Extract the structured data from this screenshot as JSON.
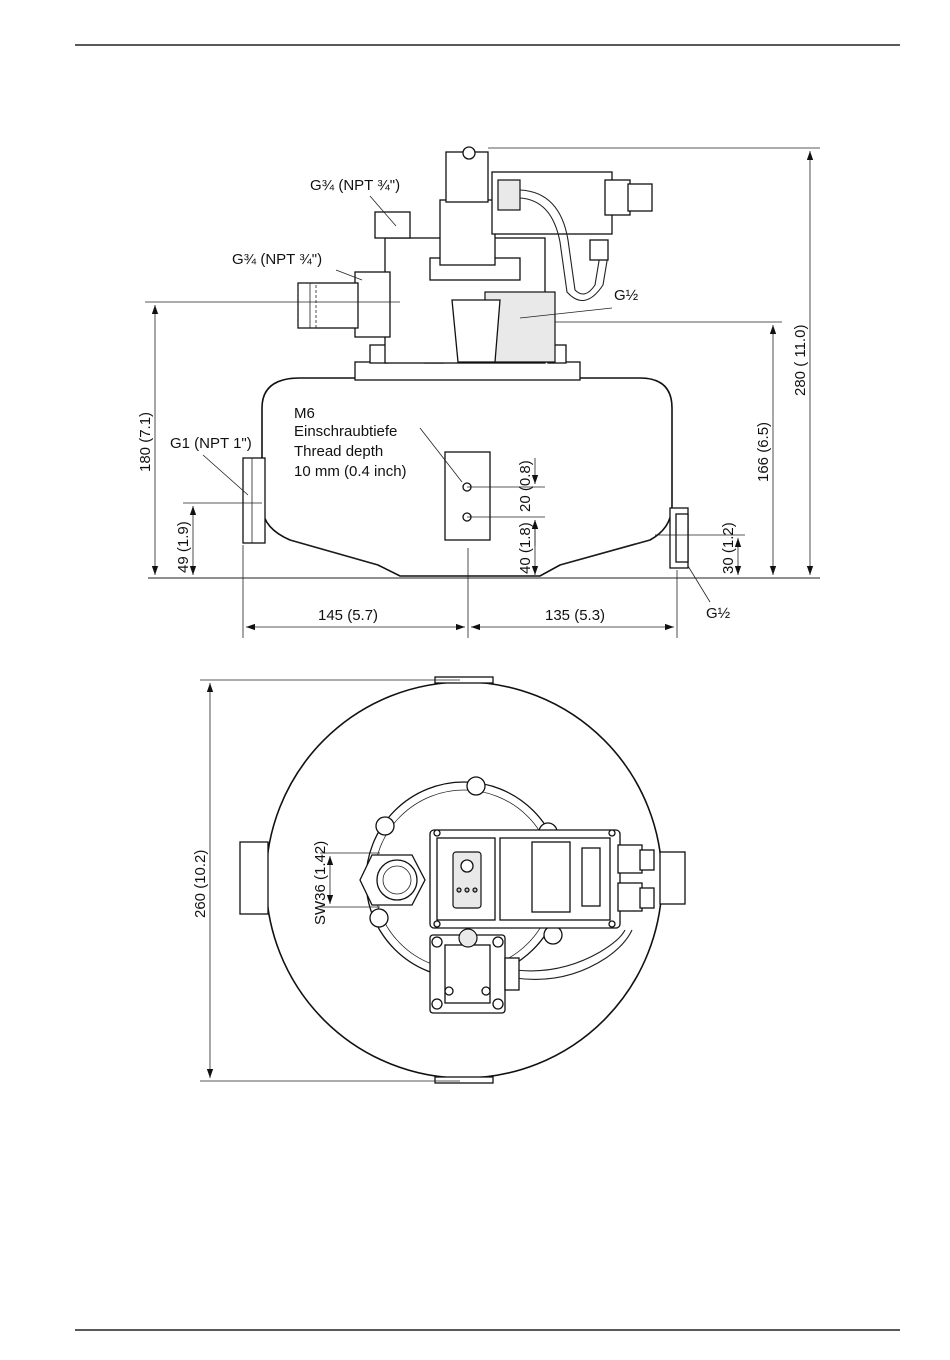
{
  "side_view": {
    "label_valve_top": "G¾ (NPT ¾\")",
    "label_valve_side": "G¾ (NPT ¾\")",
    "label_g_half_top": "G½",
    "label_g_half_bottom": "G½",
    "label_inlet": "G1 (NPT 1\")",
    "thread_note_line1": "M6",
    "thread_note_line2": "Einschraubtiefe",
    "thread_note_line3": "Thread depth",
    "thread_note_line4": "10 mm (0.4 inch)",
    "dim_180": "180 (7.1)",
    "dim_49": "49 (1.9)",
    "dim_280": "280 ( 11.0)",
    "dim_166": "166 (6.5)",
    "dim_30": "30 (1.2)",
    "dim_20": "20 (0.8)",
    "dim_40": "40 (1.8)",
    "dim_145": "145 (5.7)",
    "dim_135": "135 (5.3)"
  },
  "top_view": {
    "dim_260": "260 (10.2)",
    "dim_sw36": "SW36 (1.42)"
  }
}
